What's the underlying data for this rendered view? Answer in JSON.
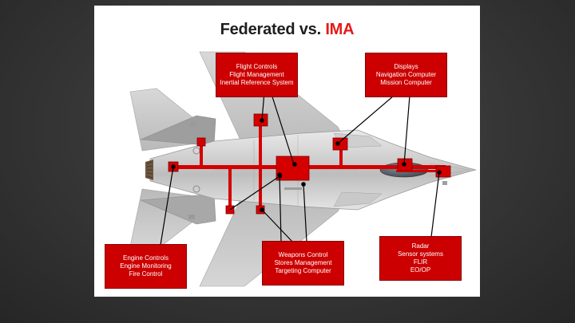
{
  "title": {
    "part1": "Federated vs. ",
    "part2": "IMA"
  },
  "colors": {
    "accent": "#e41a1a",
    "callout_bg": "#cc0000",
    "bus": "#d40000",
    "background": "#333333"
  },
  "callouts": {
    "flight": {
      "lines": [
        "Flight Controls",
        "Flight Management",
        "Inertial Reference System"
      ]
    },
    "displays": {
      "lines": [
        "Displays",
        "Navigation Computer",
        "Mission Computer"
      ]
    },
    "engine": {
      "lines": [
        "Engine Controls",
        "Engine Monitoring",
        "Fire Control"
      ]
    },
    "weapons": {
      "lines": [
        "Weapons Control",
        "Stores Management",
        "Targeting Computer"
      ]
    },
    "radar": {
      "lines": [
        "Radar",
        "Sensor systems",
        "FLIR",
        "EO/OP"
      ]
    }
  }
}
